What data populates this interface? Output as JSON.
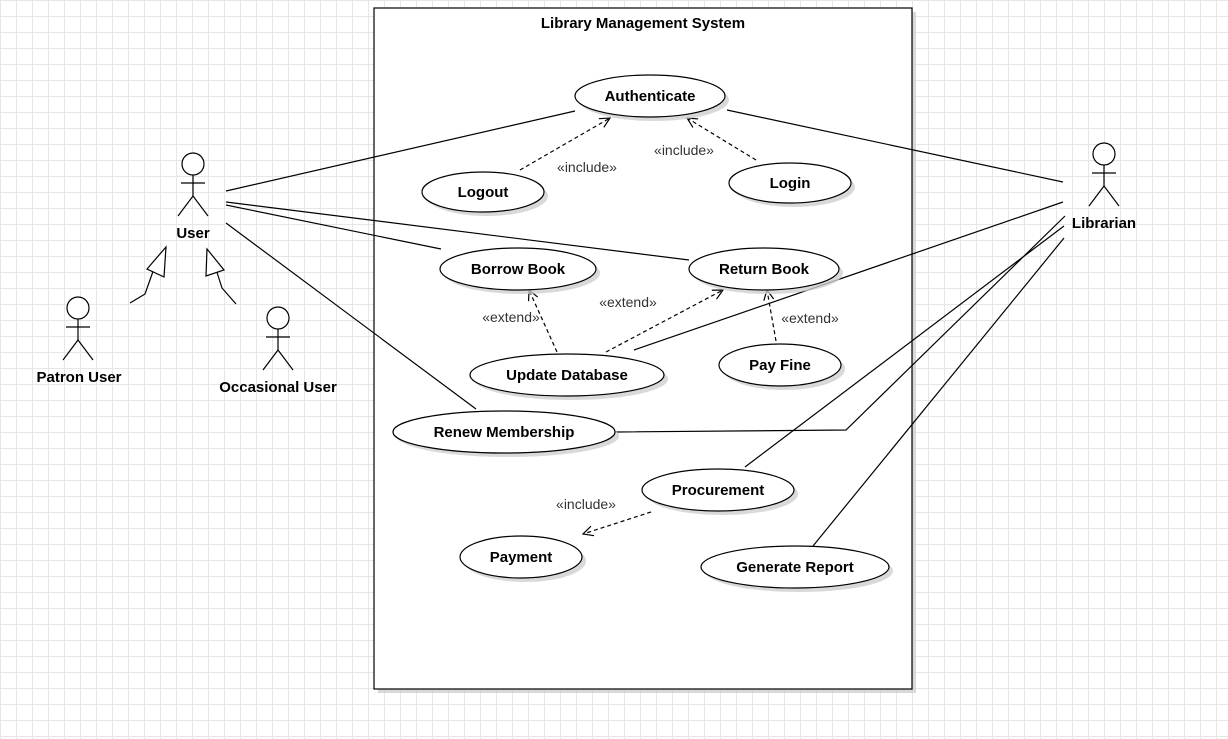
{
  "system": {
    "title": "Library Management System"
  },
  "actors": {
    "user": "User",
    "patron": "Patron User",
    "occasional": "Occasional User",
    "librarian": "Librarian"
  },
  "use_cases": {
    "authenticate": "Authenticate",
    "logout": "Logout",
    "login": "Login",
    "borrow": "Borrow Book",
    "return": "Return Book",
    "update_db": "Update Database",
    "pay_fine": "Pay Fine",
    "renew": "Renew Membership",
    "procurement": "Procurement",
    "payment": "Payment",
    "report": "Generate Report"
  },
  "relations": {
    "logout_include": "«include»",
    "login_include": "«include»",
    "update_borrow_extend": "«extend»",
    "update_return_extend": "«extend»",
    "payfine_extend": "«extend»",
    "procurement_include": "«include»"
  },
  "colors": {
    "stroke": "#000000",
    "shadow": "#cfcfcf",
    "background": "#ffffff",
    "grid": "#e6e6e6"
  }
}
